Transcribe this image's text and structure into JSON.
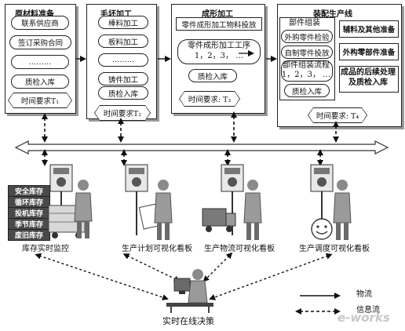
{
  "panels": {
    "raw_material": {
      "title": "原材料准备",
      "items": [
        "联系供应商",
        "签订采购合同",
        "………",
        "质检入库"
      ],
      "time": "时间要求T₁"
    },
    "blank_processing": {
      "title": "毛坯加工",
      "items": [
        "棒料加工",
        "板料加工",
        "………",
        "铸件加工",
        "质检入库"
      ],
      "time": "时间要求T₂"
    },
    "forming": {
      "title": "成形加工",
      "items": [
        "零件成形加工物料投放",
        "零件成形加工工序",
        "1，2，3， …",
        "质检入库"
      ],
      "time": "时间要求: T₃"
    },
    "assembly": {
      "title": "装配生产线",
      "sub_title": "部件组装",
      "items": [
        "外购零件检验",
        "自制零件投放",
        "部件组装流程",
        "1，2，3， …",
        "质检入库"
      ],
      "right_items": [
        "辅料及其他准备",
        "外构零部件准备",
        "成品的后续处理",
        "及质检入库"
      ],
      "time": "时间要求: T₄"
    }
  },
  "inventory": [
    "安全库存",
    "循环库存",
    "投机库存",
    "季节库存",
    "废旧库存"
  ],
  "stations": {
    "s1": "库存实时监控",
    "s2": "生产计划可视化看板",
    "s3": "生产物流可视化看板",
    "s4": "生产调度可视化看板"
  },
  "center": "实时在线决策",
  "legend": {
    "logistics": "物流",
    "info": "信息流"
  },
  "watermark": "e-works"
}
